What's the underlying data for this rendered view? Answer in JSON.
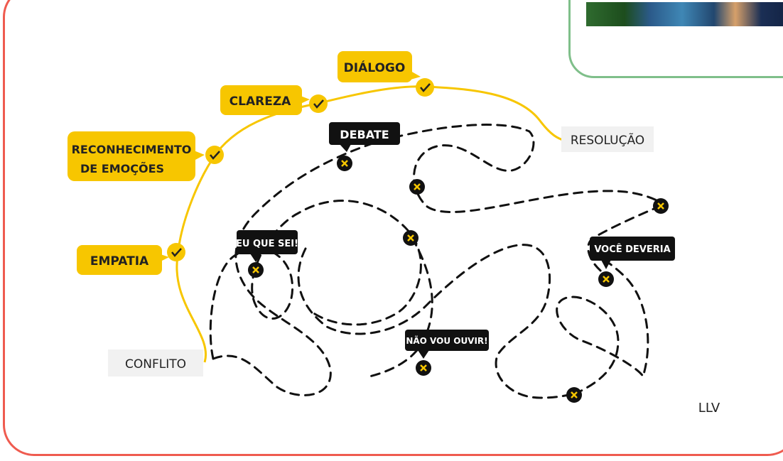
{
  "positive_path": [
    "EMPATIA",
    "RECONHECIMENTO",
    "DE EMOÇÕES",
    "CLAREZA",
    "DIÁLOGO"
  ],
  "start_label": "CONFLITO",
  "end_label": "RESOLUÇÃO",
  "obstacles": [
    "DEBATE",
    "EU QUE SEI!",
    "NÃO VOU OUVIR!",
    "VOCÊ DEVERIA"
  ],
  "signature": "LLV",
  "colors": {
    "frame": "#ef5b4f",
    "photo_card_border": "#7fbf8a",
    "yellow": "#f7c600",
    "dark": "#111111"
  },
  "icons": {
    "check": "check-icon",
    "cross": "x-mark-icon"
  }
}
